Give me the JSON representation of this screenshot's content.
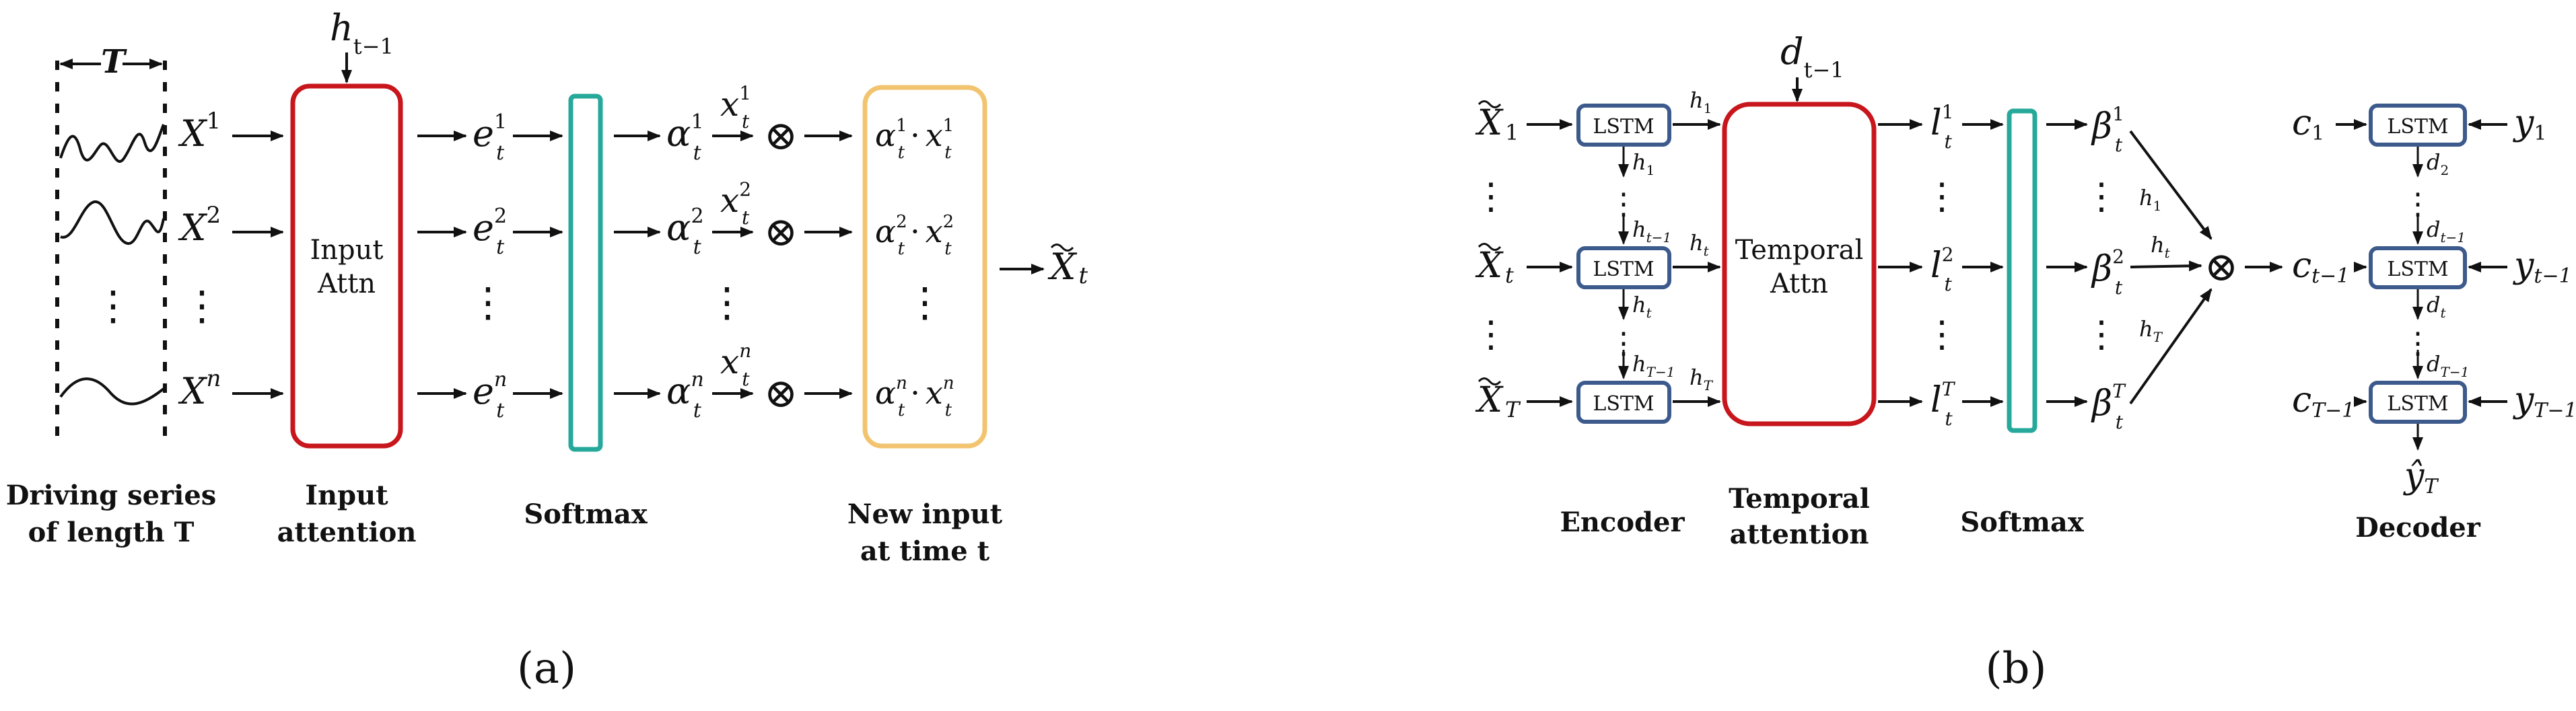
{
  "panel_a": {
    "window_label": "T",
    "prev_hidden": "h",
    "prev_hidden_sub": "t−1",
    "series_x": "X",
    "series_sups": [
      "1",
      "2",
      "n"
    ],
    "input_attn_label": [
      "Input",
      "Attn"
    ],
    "e_var": "e",
    "t_sub": "t",
    "alpha_var": "α",
    "x_var": "x",
    "tilde_x_var": "X",
    "vdots": "⋮",
    "otimes": "⊗",
    "dot_op": "·",
    "captions": {
      "driving": [
        "Driving series",
        "of length T"
      ],
      "input_attention": [
        "Input",
        "attention"
      ],
      "softmax": "Softmax",
      "new_input": [
        "New input",
        "at time t"
      ]
    },
    "panel_label": "(a)"
  },
  "panel_b": {
    "tilde_x_var": "X",
    "encoder_subs": [
      "1",
      "t",
      "T"
    ],
    "lstm_label": "LSTM",
    "h_var": "h",
    "h_subs": [
      "1",
      "t",
      "T",
      "t−1",
      "T−1"
    ],
    "d_var": "d",
    "d_top_sub": "t−1",
    "temporal_attn_label": [
      "Temporal",
      "Attn"
    ],
    "l_var": "l",
    "l_sups": [
      "1",
      "2",
      "T"
    ],
    "beta_var": "β",
    "beta_sups": [
      "1",
      "2",
      "T"
    ],
    "c_var": "c",
    "c_subs": [
      "1",
      "t−1",
      "T−1"
    ],
    "y_var": "y",
    "y_subs": [
      "1",
      "t−1",
      "T−1"
    ],
    "d_subs": [
      "2",
      "t",
      "t−1",
      "T−1"
    ],
    "y_hat": "ŷ",
    "y_hat_sub": "T",
    "captions": {
      "encoder": "Encoder",
      "temporal_attention": [
        "Temporal",
        "attention"
      ],
      "softmax": "Softmax",
      "decoder": "Decoder"
    },
    "panel_label": "(b)"
  },
  "colors": {
    "input_attn": "#c8161d",
    "softmax": "#26a99a",
    "new_input": "#f2c46f",
    "lstm": "#3c5a8c",
    "temporal_attn": "#c8161d"
  }
}
